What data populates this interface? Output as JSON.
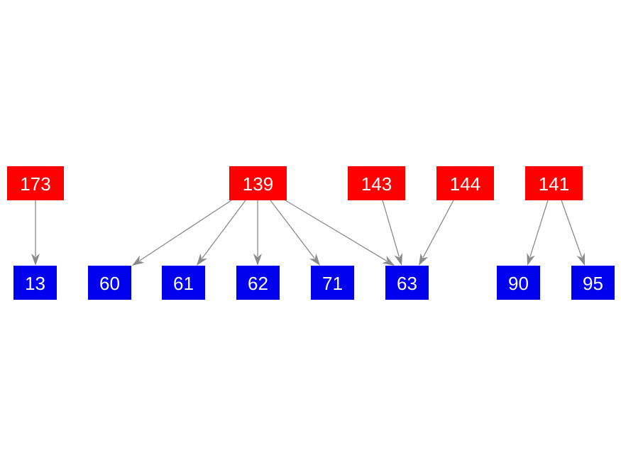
{
  "colors": {
    "parent": "#ff0000",
    "child": "#0000ee",
    "edge": "#8a8a8a",
    "label": "#ffffff"
  },
  "nodes": [
    {
      "id": "n173",
      "label": "173",
      "role": "parent"
    },
    {
      "id": "n139",
      "label": "139",
      "role": "parent"
    },
    {
      "id": "n143",
      "label": "143",
      "role": "parent"
    },
    {
      "id": "n144",
      "label": "144",
      "role": "parent"
    },
    {
      "id": "n141",
      "label": "141",
      "role": "parent"
    },
    {
      "id": "n13",
      "label": "13",
      "role": "child"
    },
    {
      "id": "n60",
      "label": "60",
      "role": "child"
    },
    {
      "id": "n61",
      "label": "61",
      "role": "child"
    },
    {
      "id": "n62",
      "label": "62",
      "role": "child"
    },
    {
      "id": "n71",
      "label": "71",
      "role": "child"
    },
    {
      "id": "n63",
      "label": "63",
      "role": "child"
    },
    {
      "id": "n90",
      "label": "90",
      "role": "child"
    },
    {
      "id": "n95",
      "label": "95",
      "role": "child"
    }
  ],
  "edges": [
    {
      "from": "n173",
      "to": "n13"
    },
    {
      "from": "n139",
      "to": "n60"
    },
    {
      "from": "n139",
      "to": "n61"
    },
    {
      "from": "n139",
      "to": "n62"
    },
    {
      "from": "n139",
      "to": "n71"
    },
    {
      "from": "n139",
      "to": "n63"
    },
    {
      "from": "n143",
      "to": "n63"
    },
    {
      "from": "n144",
      "to": "n63"
    },
    {
      "from": "n141",
      "to": "n90"
    },
    {
      "from": "n141",
      "to": "n95"
    }
  ]
}
